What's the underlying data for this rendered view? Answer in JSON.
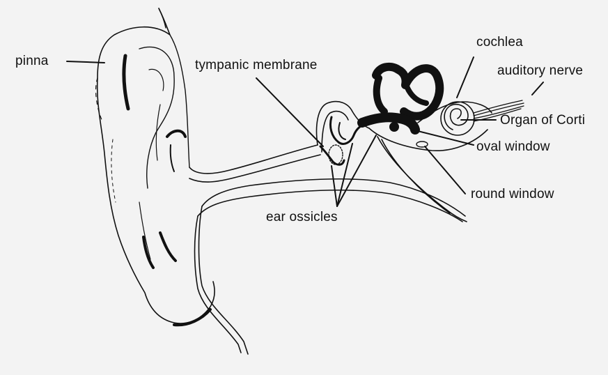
{
  "labels": {
    "pinna": "pinna",
    "tympanic_membrane": "tympanic membrane",
    "cochlea": "cochlea",
    "auditory_nerve": "auditory nerve",
    "organ_of_corti": "Organ of Corti",
    "oval_window": "oval window",
    "round_window": "round window",
    "ear_ossicles": "ear ossicles"
  },
  "colors": {
    "background": "#f3f3f3",
    "ink": "#111111"
  }
}
